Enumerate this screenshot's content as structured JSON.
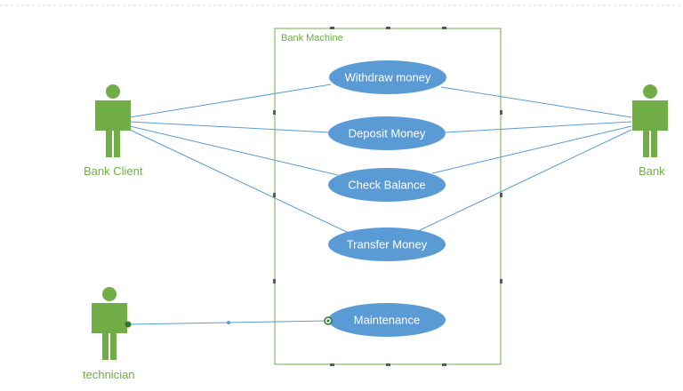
{
  "colors": {
    "actor": "#70ad47",
    "use_case_fill": "#5b9bd5",
    "connector": "#5b9bd5",
    "boundary": "#70ad47",
    "selection_handle": "#2f7a2f"
  },
  "system": {
    "name": "Bank Machine"
  },
  "actors": {
    "bank_client": "Bank Client",
    "bank": "Bank",
    "technician": "technician"
  },
  "use_cases": {
    "withdraw": "Withdraw money",
    "deposit": "Deposit Money",
    "check_balance": "Check Balance",
    "transfer": "Transfer Money",
    "maintenance": "Maintenance"
  },
  "associations": [
    {
      "actor": "bank_client",
      "use_case": "withdraw"
    },
    {
      "actor": "bank_client",
      "use_case": "deposit"
    },
    {
      "actor": "bank_client",
      "use_case": "check_balance"
    },
    {
      "actor": "bank_client",
      "use_case": "transfer"
    },
    {
      "actor": "bank",
      "use_case": "withdraw"
    },
    {
      "actor": "bank",
      "use_case": "deposit"
    },
    {
      "actor": "bank",
      "use_case": "check_balance"
    },
    {
      "actor": "bank",
      "use_case": "transfer"
    },
    {
      "actor": "technician",
      "use_case": "maintenance"
    }
  ]
}
